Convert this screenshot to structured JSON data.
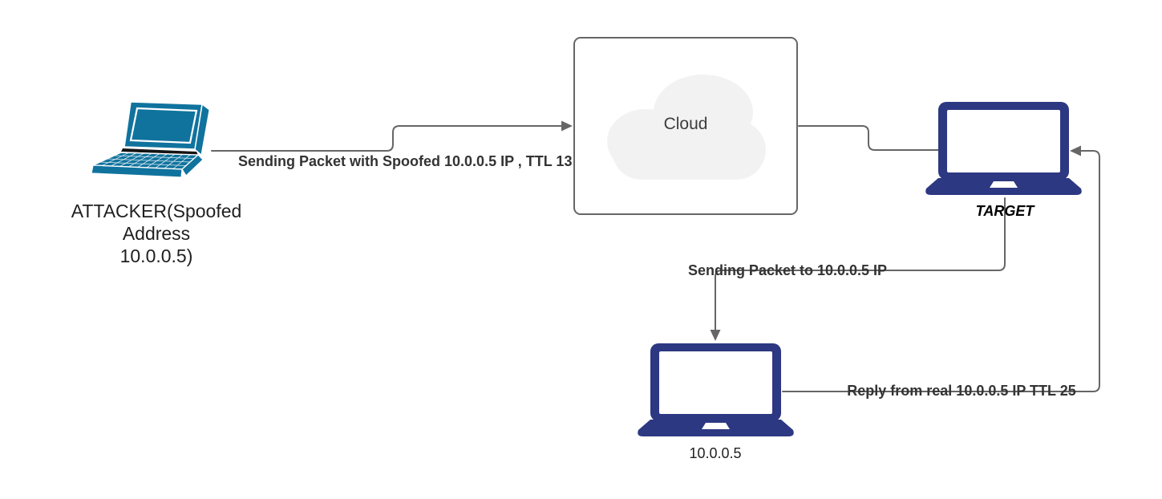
{
  "diagram_title": "IP spoofing packet flow",
  "colors": {
    "laptop-blue": "#10739e",
    "laptop-navy": "#2d3882",
    "line": "#666666",
    "edge-text": "#333333",
    "node-text": "#1f1f1f",
    "cloud-fill": "#f2f2f2"
  },
  "nodes": {
    "attacker": {
      "label_lines": [
        "ATTACKER(Spoofed",
        "Address",
        "10.0.0.5)"
      ]
    },
    "cloud": {
      "label": "Cloud"
    },
    "target": {
      "label": "TARGET"
    },
    "real_host": {
      "label": "10.0.0.5"
    }
  },
  "edges": {
    "attacker_to_cloud": {
      "label": "Sending Packet with Spoofed 10.0.0.5 IP , TTL 13"
    },
    "cloud_to_target": {
      "label": ""
    },
    "target_to_host": {
      "label": "Sending Packet to 10.0.0.5 IP"
    },
    "host_to_target": {
      "label": "Reply from real 10.0.0.5 IP TTL 25"
    }
  }
}
